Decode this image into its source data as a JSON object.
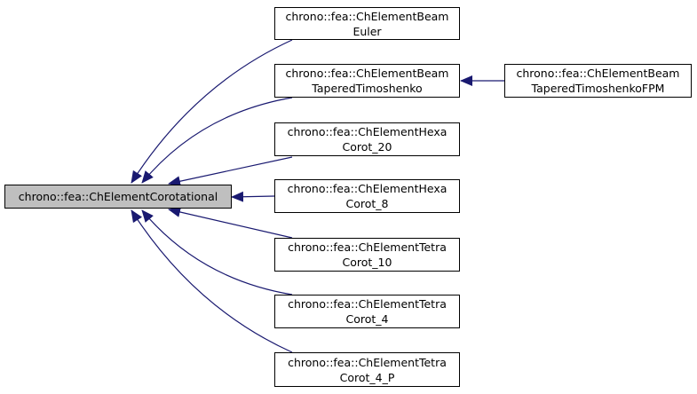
{
  "diagram": {
    "edge_color": "#191970",
    "base_fill": "#bfbfbf",
    "nodes": [
      {
        "id": "base",
        "lines": [
          "chrono::fea::ChElementCorotational"
        ]
      },
      {
        "id": "beam-euler",
        "lines": [
          "chrono::fea::ChElementBeam",
          "Euler"
        ]
      },
      {
        "id": "beam-tapered",
        "lines": [
          "chrono::fea::ChElementBeam",
          "TaperedTimoshenko"
        ]
      },
      {
        "id": "beam-tapered-fpm",
        "lines": [
          "chrono::fea::ChElementBeam",
          "TaperedTimoshenkoFPM"
        ]
      },
      {
        "id": "hexa-20",
        "lines": [
          "chrono::fea::ChElementHexa",
          "Corot_20"
        ]
      },
      {
        "id": "hexa-8",
        "lines": [
          "chrono::fea::ChElementHexa",
          "Corot_8"
        ]
      },
      {
        "id": "tetra-10",
        "lines": [
          "chrono::fea::ChElementTetra",
          "Corot_10"
        ]
      },
      {
        "id": "tetra-4",
        "lines": [
          "chrono::fea::ChElementTetra",
          "Corot_4"
        ]
      },
      {
        "id": "tetra-4p",
        "lines": [
          "chrono::fea::ChElementTetra",
          "Corot_4_P"
        ]
      }
    ],
    "edges": [
      {
        "from": "beam-euler",
        "to": "base"
      },
      {
        "from": "beam-tapered",
        "to": "base"
      },
      {
        "from": "hexa-20",
        "to": "base"
      },
      {
        "from": "hexa-8",
        "to": "base"
      },
      {
        "from": "tetra-10",
        "to": "base"
      },
      {
        "from": "tetra-4",
        "to": "base"
      },
      {
        "from": "tetra-4p",
        "to": "base"
      },
      {
        "from": "beam-tapered-fpm",
        "to": "beam-tapered"
      }
    ]
  }
}
